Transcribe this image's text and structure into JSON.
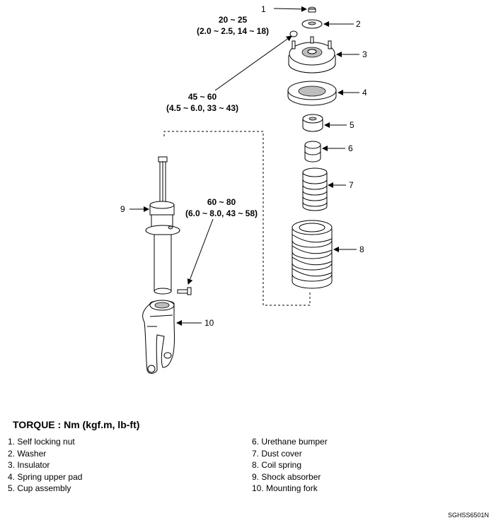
{
  "callouts": [
    "1",
    "2",
    "3",
    "4",
    "5",
    "6",
    "7",
    "8",
    "9",
    "10"
  ],
  "torques": [
    {
      "value": "20 ~ 25",
      "detail": "(2.0 ~ 2.5, 14 ~ 18)"
    },
    {
      "value": "45 ~ 60",
      "detail": "(4.5 ~ 6.0, 33 ~ 43)"
    },
    {
      "value": "60 ~ 80",
      "detail": "(6.0 ~ 8.0, 43 ~ 58)"
    }
  ],
  "torque_heading": "TORQUE : Nm (kgf.m, lb-ft)",
  "legend_left": [
    "1. Self locking nut",
    "2. Washer",
    "3. Insulator",
    "4. Spring upper pad",
    "5. Cup assembly"
  ],
  "legend_right": [
    "6. Urethane bumper",
    "7. Dust cover",
    "8. Coil spring",
    "9. Shock absorber",
    "10. Mounting fork"
  ],
  "figure_code": "SGHSS6501N"
}
